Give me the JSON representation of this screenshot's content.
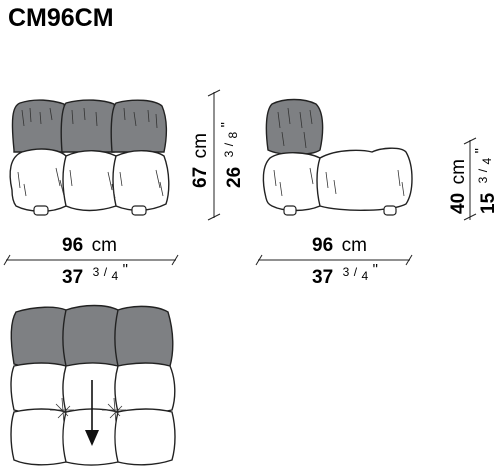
{
  "product_code": "CM96CM",
  "dimensions": {
    "front_width": {
      "value": "96",
      "unit": "cm",
      "inches_whole": "37",
      "inches_frac_num": "3",
      "inches_frac_den": "4",
      "inches_mark": "\""
    },
    "side_depth": {
      "value": "96",
      "unit": "cm",
      "inches_whole": "37",
      "inches_frac_num": "3",
      "inches_frac_den": "4",
      "inches_mark": "\""
    },
    "total_height": {
      "value": "67",
      "unit": "cm",
      "inches_whole": "26",
      "inches_frac_num": "3",
      "inches_frac_den": "8",
      "inches_mark": "\""
    },
    "seat_height": {
      "value": "40",
      "unit": "cm",
      "inches_whole": "15",
      "inches_frac_num": "3",
      "inches_frac_den": "4",
      "inches_mark": "\""
    }
  },
  "colors": {
    "backrest": "#7e8083",
    "seat": "#ffffff",
    "line": "#222222"
  }
}
